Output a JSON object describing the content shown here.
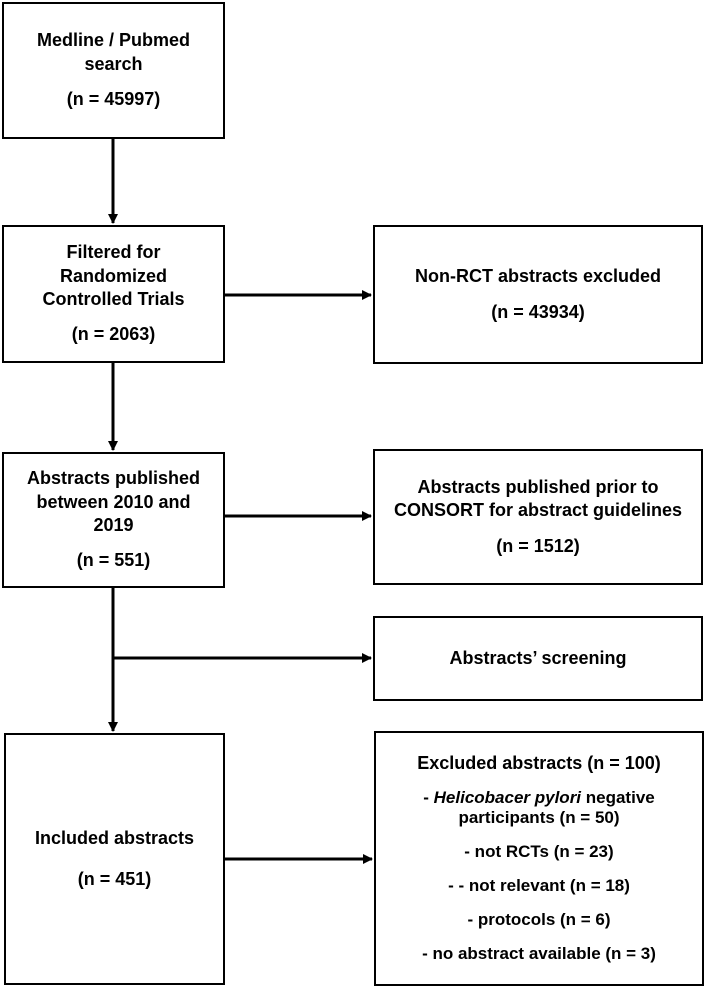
{
  "boxes": {
    "search": {
      "lines": [
        "Medline / Pubmed",
        "search"
      ],
      "count": "(n = 45997)"
    },
    "rct_filter": {
      "lines": [
        "Filtered for",
        "Randomized",
        "Controlled Trials"
      ],
      "count": "(n = 2063)"
    },
    "years_filter": {
      "lines": [
        "Abstracts published",
        "between 2010 and",
        "2019"
      ],
      "count": "(n = 551)"
    },
    "included": {
      "lines": [
        "Included abstracts"
      ],
      "count": "(n = 451)"
    },
    "non_rct_excluded": {
      "lines": [
        "Non-RCT abstracts excluded"
      ],
      "count": "(n = 43934)"
    },
    "prior_consort": {
      "lines": [
        "Abstracts published prior to",
        "CONSORT for abstract guidelines"
      ],
      "count": "(n = 1512)"
    },
    "screening": {
      "lines": [
        "Abstracts’ screening"
      ]
    },
    "excluded": {
      "title": "Excluded abstracts (n = 100)",
      "items": [
        {
          "prefix": "- ",
          "italic": "Helicobacer pylori",
          "text": " negative",
          "line2": "participants  (n = 50)"
        },
        {
          "text": "-  not RCTs (n = 23)"
        },
        {
          "text": "- - not relevant (n = 18)"
        },
        {
          "text": "-  protocols (n = 6)"
        },
        {
          "text": "- no abstract available (n = 3)"
        }
      ]
    }
  }
}
